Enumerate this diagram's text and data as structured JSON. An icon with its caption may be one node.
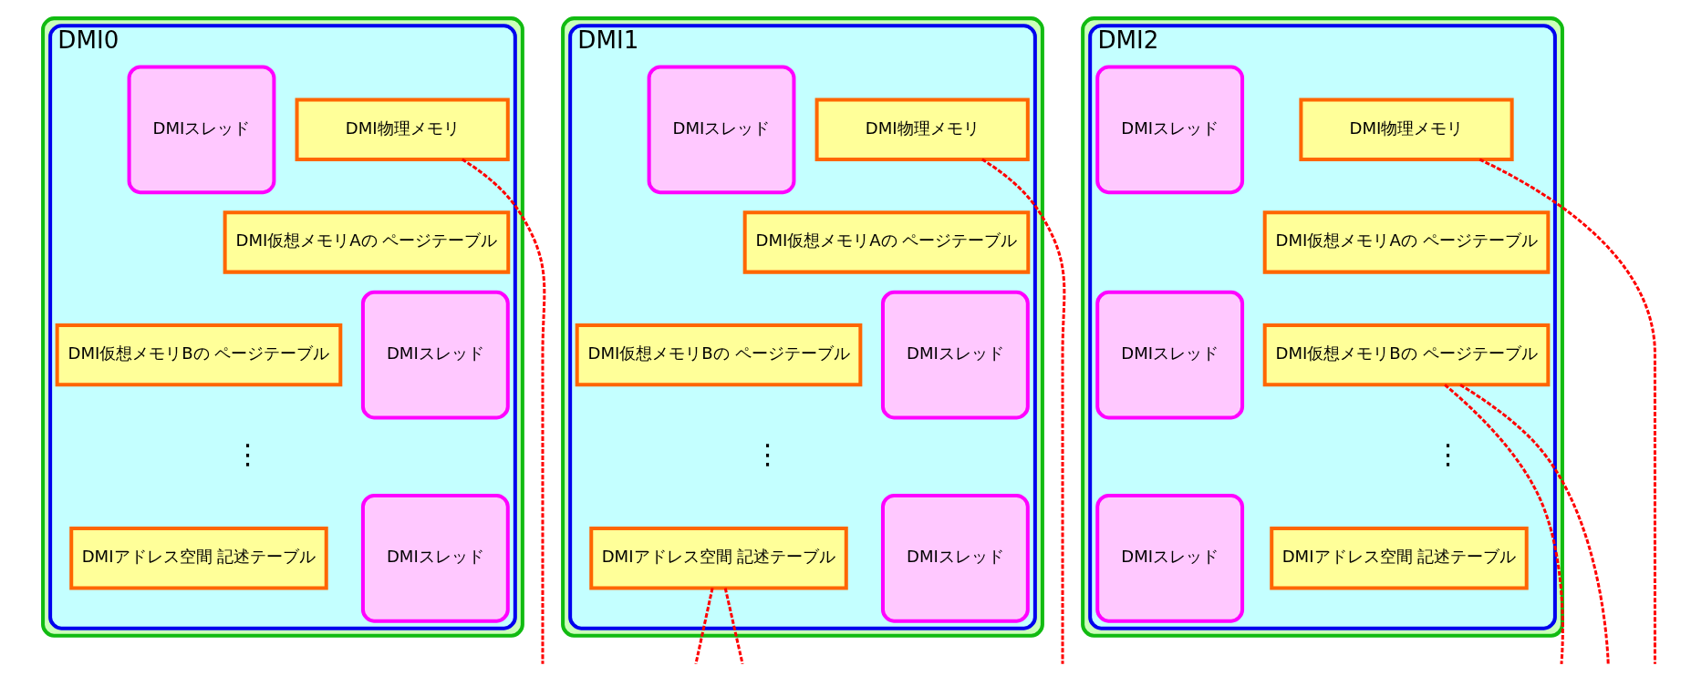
{
  "diagram": {
    "nodes": [
      {
        "text": [],
        "shape": "box"
      },
      {
        "text": [
          "DMI0"
        ],
        "in": 0
      },
      {
        "text": [
          "DMI物理メモリ"
        ],
        "in": 1
      },
      {
        "text": [
          "DMI仮想メモリAの ページテーブル"
        ],
        "in": 1
      },
      {
        "text": [
          "DMI仮想メモリBの ページテーブル"
        ],
        "in": 1
      },
      {
        "text": [
          "DMIアドレス空間 記述テーブル"
        ],
        "in": 1
      },
      {
        "text": [
          "DMIスレッド"
        ],
        "in": 1
      },
      {
        "text": [
          "DMIスレッド"
        ],
        "in": 1
      },
      {
        "text": [
          "DMIスレッド"
        ],
        "in": 1
      },
      {
        "text": [],
        "shape": "box"
      },
      {
        "text": [
          "DMI1"
        ],
        "in": 9
      },
      {
        "text": [
          "DMI物理メモリ"
        ],
        "in": 10
      },
      {
        "text": [
          "DMI仮想メモリAの ページテーブル"
        ],
        "in": 10
      },
      {
        "text": [
          "DMI仮想メモリBの ページテーブル"
        ],
        "in": 10
      },
      {
        "text": [
          "DMIアドレス空間 記述テーブル"
        ],
        "in": 10
      },
      {
        "text": [
          "DMIスレッド"
        ],
        "in": 10
      },
      {
        "text": [
          "DMIスレッド"
        ],
        "in": 10
      },
      {
        "text": [
          "DMIスレッド"
        ],
        "in": 10
      },
      {
        "text": [],
        "shape": "box"
      },
      {
        "text": [
          "DMI2"
        ],
        "in": 18
      },
      {
        "text": [
          "DMI物理メモリ"
        ],
        "in": 19
      },
      {
        "text": [
          "DMI仮想メモリAの ページテーブル"
        ],
        "in": 19
      },
      {
        "text": [
          "DMI仮想メモリBの ページテーブル"
        ],
        "in": 19
      },
      {
        "text": [
          "DMIアドレス空間 記述テーブル"
        ],
        "in": 19
      },
      {
        "text": [
          "DMIスレッド"
        ],
        "in": 19
      },
      {
        "text": [
          "DMIスレッド"
        ],
        "in": 19
      },
      {
        "text": [
          "DMIスレッド"
        ],
        "in": 19
      }
    ],
    "edges": [
      {
        "from": 2,
        "to": null,
        "arrow": "none",
        "style": "dashed",
        "color": "#ff0000"
      },
      {
        "from": 11,
        "to": null,
        "arrow": "none",
        "style": "dashed",
        "color": "#ff0000"
      },
      {
        "from": 20,
        "to": null,
        "arrow": "none",
        "style": "dashed",
        "color": "#ff0000"
      },
      {
        "from": 14,
        "to": null,
        "arrow": "none",
        "style": "dashed",
        "color": "#ff0000"
      },
      {
        "from": 14,
        "to": null,
        "arrow": "none",
        "style": "dashed",
        "color": "#ff0000"
      },
      {
        "from": 22,
        "to": null,
        "arrow": "none",
        "style": "dashed",
        "color": "#ff0000"
      },
      {
        "from": 22,
        "to": null,
        "arrow": "none",
        "style": "dashed",
        "color": "#ff0000"
      }
    ],
    "labels": [
      "⋮",
      "⋮",
      "⋮"
    ]
  }
}
